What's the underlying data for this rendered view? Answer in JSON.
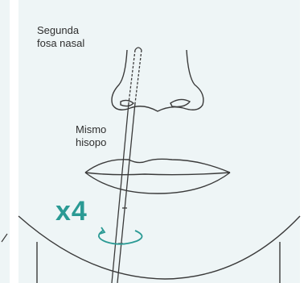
{
  "labels": {
    "nostril": "Segunda\nfosa nasal",
    "swab": "Mismo\nhisopo",
    "repeat": "x4"
  },
  "colors": {
    "background": "#eef5f6",
    "stroke": "#3a3a3a",
    "accent": "#2a9a94"
  },
  "icons": {
    "rotation": "rotate-arrow-icon"
  }
}
